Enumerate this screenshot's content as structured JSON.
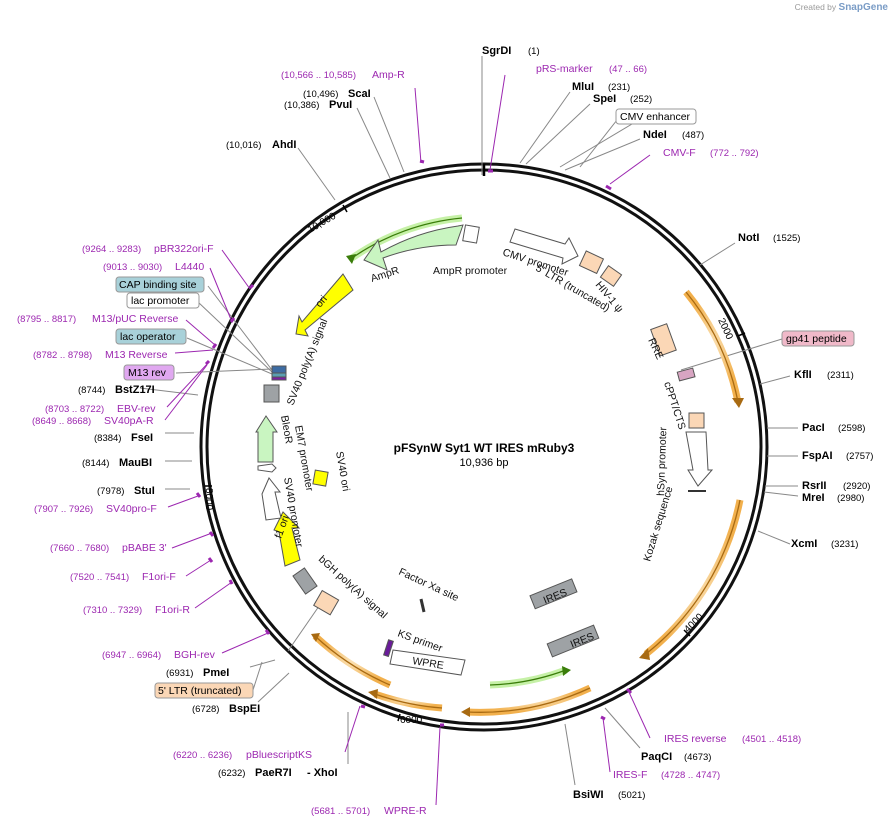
{
  "brand": {
    "prefix": "Created by",
    "name": "SnapGene"
  },
  "plasmid": {
    "name": "pFSynW Syt1 WT IRES mRuby3",
    "size": "10,936 bp"
  },
  "ticks": [
    "10,000",
    "2000",
    "4000",
    "6000",
    "8000"
  ],
  "sites": [
    {
      "id": "sgrdi",
      "name": "SgrDI",
      "pos": "(1)"
    },
    {
      "id": "mlui",
      "name": "MluI",
      "pos": "(231)"
    },
    {
      "id": "spei",
      "name": "SpeI",
      "pos": "(252)"
    },
    {
      "id": "ndei",
      "name": "NdeI",
      "pos": "(487)"
    },
    {
      "id": "noti",
      "name": "NotI",
      "pos": "(1525)"
    },
    {
      "id": "kfli",
      "name": "KflI",
      "pos": "(2311)"
    },
    {
      "id": "paci",
      "name": "PacI",
      "pos": "(2598)"
    },
    {
      "id": "fspai",
      "name": "FspAI",
      "pos": "(2757)"
    },
    {
      "id": "rsrii",
      "name": "RsrII",
      "pos": "(2920)"
    },
    {
      "id": "mrei",
      "name": "MreI",
      "pos": "(2980)"
    },
    {
      "id": "xcmi",
      "name": "XcmI",
      "pos": "(3231)"
    },
    {
      "id": "paqci",
      "name": "PaqCI",
      "pos": "(4673)"
    },
    {
      "id": "bsiwi",
      "name": "BsiWI",
      "pos": "(5021)"
    },
    {
      "id": "paer7i",
      "name": "PaeR7I",
      "pos": "(6232)",
      "extra": "- XhoI"
    },
    {
      "id": "bspei",
      "name": "BspEI",
      "pos": "(6728)"
    },
    {
      "id": "pmei",
      "name": "PmeI",
      "pos": "(6931)"
    },
    {
      "id": "stui",
      "name": "StuI",
      "pos": "(7978)"
    },
    {
      "id": "maubi",
      "name": "MauBI",
      "pos": "(8144)"
    },
    {
      "id": "fsei",
      "name": "FseI",
      "pos": "(8384)"
    },
    {
      "id": "bstz17i",
      "name": "BstZ17I",
      "pos": "(8744)"
    },
    {
      "id": "ahdi",
      "name": "AhdI",
      "pos": "(10,016)"
    },
    {
      "id": "pvui",
      "name": "PvuI",
      "pos": "(10,386)"
    },
    {
      "id": "scai",
      "name": "ScaI",
      "pos": "(10,496)"
    }
  ],
  "primers": [
    {
      "id": "prs",
      "name": "pRS-marker",
      "range": "(47 .. 66)"
    },
    {
      "id": "cmvf",
      "name": "CMV-F",
      "range": "(772 .. 792)"
    },
    {
      "id": "iresrev",
      "name": "IRES reverse",
      "range": "(4501 .. 4518)"
    },
    {
      "id": "iresf",
      "name": "IRES-F",
      "range": "(4728 .. 4747)"
    },
    {
      "id": "wprer",
      "name": "WPRE-R",
      "range": "(5681 .. 5701)"
    },
    {
      "id": "pbs",
      "name": "pBluescriptKS",
      "range": "(6220 .. 6236)"
    },
    {
      "id": "bghrev",
      "name": "BGH-rev",
      "range": "(6947 .. 6964)"
    },
    {
      "id": "f1orir",
      "name": "F1ori-R",
      "range": "(7310 .. 7329)"
    },
    {
      "id": "f1orif",
      "name": "F1ori-F",
      "range": "(7520 .. 7541)"
    },
    {
      "id": "pbabe",
      "name": "pBABE 3'",
      "range": "(7660 .. 7680)"
    },
    {
      "id": "sv40prof",
      "name": "SV40pro-F",
      "range": "(7907 .. 7926)"
    },
    {
      "id": "sv40par",
      "name": "SV40pA-R",
      "range": "(8649 .. 8668)"
    },
    {
      "id": "ebvrev",
      "name": "EBV-rev",
      "range": "(8703 .. 8722)"
    },
    {
      "id": "m13rev",
      "name": "M13 Reverse",
      "range": "(8782 .. 8798)"
    },
    {
      "id": "m13puc",
      "name": "M13/pUC Reverse",
      "range": "(8795 .. 8817)"
    },
    {
      "id": "l4440",
      "name": "L4440",
      "range": "(9013 .. 9030)"
    },
    {
      "id": "pbr322",
      "name": "pBR322ori-F",
      "range": "(9264 .. 9283)"
    },
    {
      "id": "ampr",
      "name": "Amp-R",
      "range": "(10,566 .. 10,585)"
    }
  ],
  "boxed": {
    "cmv_enhancer": "CMV enhancer",
    "gp41": "gp41 peptide",
    "cap": "CAP binding site",
    "lacprom": "lac promoter",
    "lacop": "lac operator",
    "m13rev": "M13 rev",
    "ltr": "5' LTR (truncated)"
  },
  "features": {
    "ampr": "AmpR",
    "ampr_prom": "AmpR promoter",
    "cmv_prom": "CMV promoter",
    "ltr5": "5' LTR (truncated)",
    "hiv": "HIV-1 ψ",
    "rre": "RRE",
    "cppt": "cPPT/CTS",
    "hsyn": "hSyn promoter",
    "kozak": "Kozak sequence",
    "ires1": "IRES",
    "ires2": "IRES",
    "factorxa": "Factor Xa site",
    "ksprimer": "KS primer",
    "wpre": "WPRE",
    "bgh": "bGH poly(A) signal",
    "f1ori": "f1 ori",
    "sv40prom": "SV40 promoter",
    "em7": "EM7 promoter",
    "bleor": "BleoR",
    "sv40ori": "SV40 ori",
    "sv40pa": "SV40 poly(A) signal",
    "ori": "ori"
  },
  "colors": {
    "primer": "#9c27b0",
    "orf": "#f2b04c",
    "green": "#7bc043",
    "yellow": "#ffff00",
    "ltr": "#fbd7b6"
  }
}
